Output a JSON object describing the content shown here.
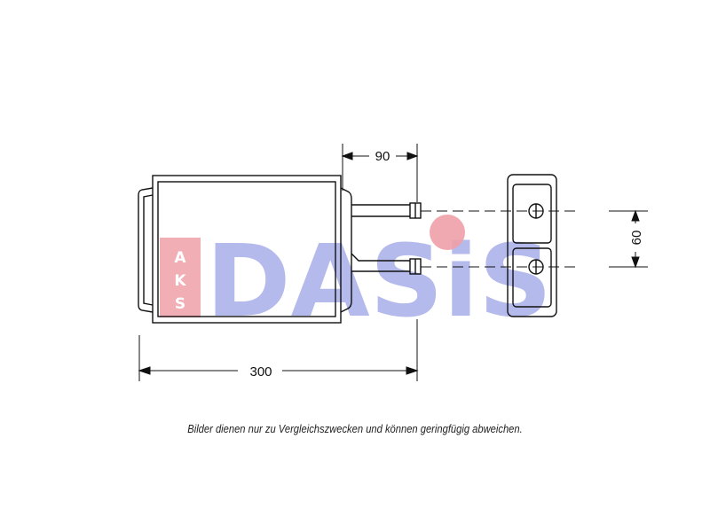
{
  "dimensions": {
    "width_label": "300",
    "pipe_label": "90",
    "pitch_label": "60"
  },
  "watermark": {
    "brand": "DASiS",
    "prefix_letters": [
      "A",
      "K",
      "S"
    ],
    "colors": {
      "red": "#f0a0a8",
      "blue": "#a8aee8"
    }
  },
  "caption": "Bilder dienen nur zu Vergleichszwecken und können geringfügig abweichen."
}
